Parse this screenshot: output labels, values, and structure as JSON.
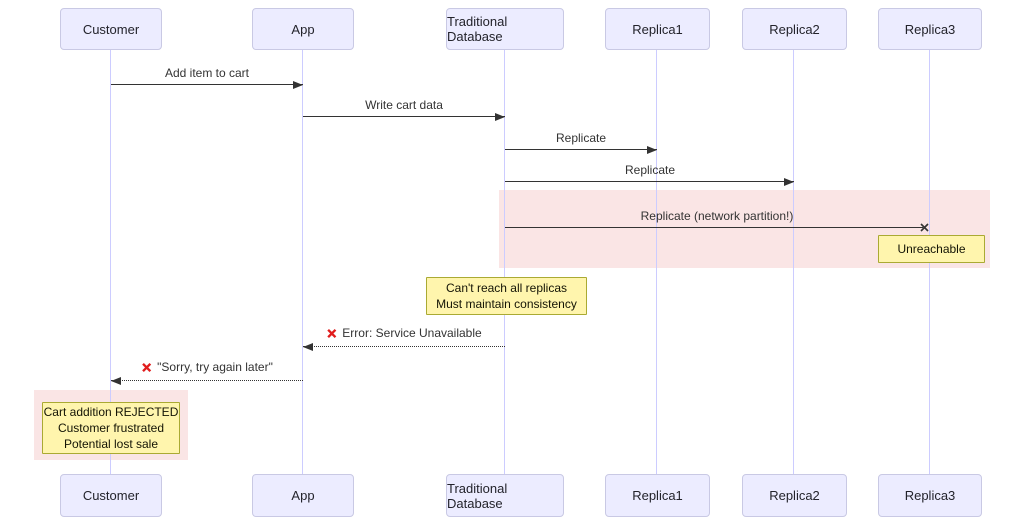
{
  "diagram": {
    "kind": "sequence-diagram",
    "actors": {
      "customer": "Customer",
      "app": "App",
      "tdb": "Traditional Database",
      "replica1": "Replica1",
      "replica2": "Replica2",
      "replica3": "Replica3"
    },
    "messages": [
      {
        "label": "Add item to cart",
        "from": "Customer",
        "to": "App",
        "line": "solid",
        "end": "arrow"
      },
      {
        "label": "Write cart data",
        "from": "App",
        "to": "Traditional Database",
        "line": "solid",
        "end": "arrow"
      },
      {
        "label": "Replicate",
        "from": "Traditional Database",
        "to": "Replica1",
        "line": "solid",
        "end": "arrow"
      },
      {
        "label": "Replicate",
        "from": "Traditional Database",
        "to": "Replica2",
        "line": "solid",
        "end": "arrow"
      },
      {
        "label": "Replicate (network partition!)",
        "from": "Traditional Database",
        "to": "Replica3",
        "line": "solid",
        "end": "cross"
      },
      {
        "label": "Error: Service Unavailable",
        "from": "Traditional Database",
        "to": "App",
        "line": "dotted",
        "end": "arrow",
        "error_icon": true
      },
      {
        "label": "\"Sorry, try again later\"",
        "from": "App",
        "to": "Customer",
        "line": "dotted",
        "end": "arrow",
        "error_icon": true
      }
    ],
    "notes": [
      {
        "over": "Replica3",
        "lines": [
          "Unreachable"
        ]
      },
      {
        "over": "Traditional Database",
        "lines": [
          "Can't reach all replicas",
          "Must maintain consistency"
        ]
      },
      {
        "over": "Customer",
        "lines": [
          "Cart addition REJECTED",
          "Customer frustrated",
          "Potential lost sale"
        ]
      }
    ],
    "icons": {
      "error_x": "red-x-mark",
      "cross_terminator": "x-lost-message"
    },
    "colors": {
      "background": "#ffffff",
      "actor_fill": "#ececff",
      "actor_border": "#c9c9e4",
      "lifeline": "#ccccff",
      "arrow": "#333333",
      "message_text": "#333333",
      "note_fill": "#fff5ad",
      "note_border": "#aaaa33",
      "highlight_fill": "#fae5e5",
      "error_x_red": "#e11d1d"
    }
  }
}
